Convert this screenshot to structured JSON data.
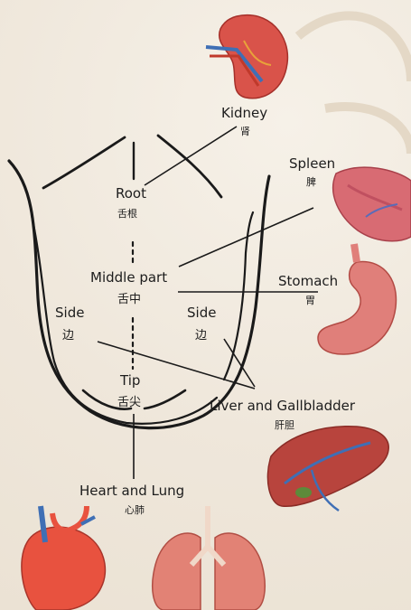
{
  "labels": {
    "kidney": {
      "en": "Kidney",
      "cn": "肾"
    },
    "spleen": {
      "en": "Spleen",
      "cn": "脾"
    },
    "stomach": {
      "en": "Stomach",
      "cn": "胃"
    },
    "liver": {
      "en": "Liver and Gallbladder",
      "cn": "肝胆"
    },
    "heart_lung": {
      "en": "Heart and Lung",
      "cn": "心肺"
    },
    "root": {
      "en": "Root",
      "cn": "舌根"
    },
    "middle": {
      "en": "Middle part",
      "cn": "舌中"
    },
    "side_left": {
      "en": "Side",
      "cn": "边"
    },
    "side_right": {
      "en": "Side",
      "cn": "边"
    },
    "tip": {
      "en": "Tip",
      "cn": "舌尖"
    }
  },
  "colors": {
    "background": "#efe7db",
    "outline": "#1a1a1a",
    "organ_red": "#d9534a",
    "vein_blue": "#3f6fb5"
  }
}
